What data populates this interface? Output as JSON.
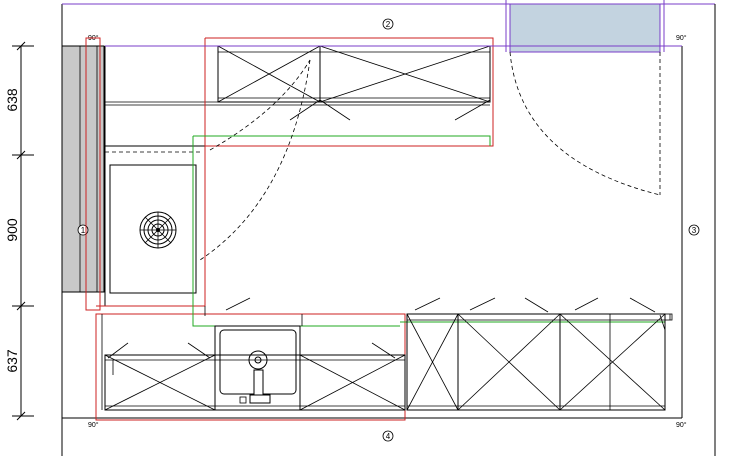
{
  "dimensions": {
    "top_section": "638",
    "middle_section": "900",
    "bottom_section": "637"
  },
  "walls": {
    "left": "1",
    "top": "2",
    "right": "3",
    "bottom": "4"
  },
  "corner_angles": {
    "top_left": "90°",
    "top_right": "90°",
    "bottom_left": "90°",
    "bottom_right": "90°"
  },
  "colors": {
    "walls": "#000000",
    "outline_red": "#cc2222",
    "outline_green": "#22aa22",
    "outline_purple": "#7a3cc8",
    "window_fill": "#c3d3e0",
    "column_fill": "#c8c8c8"
  }
}
